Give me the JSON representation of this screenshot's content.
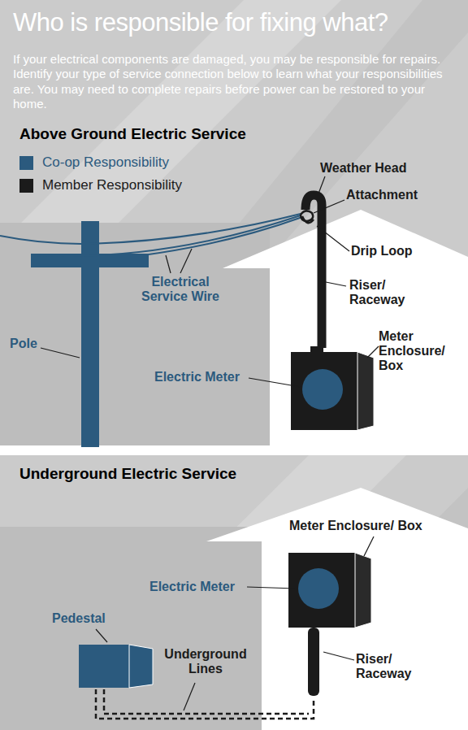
{
  "diagram": {
    "title": "Who is responsible for fixing what?",
    "labels": [
      "If your electrical components are damaged, you may be responsible for repairs. Identify your type of service connection below to learn what your responsibilities are. You may need to complete repairs before power can be restored to your home.",
      "Above Ground Electric Service",
      "Weather Head",
      "Attachment",
      "Electrical Service Wire",
      "Drip Loop",
      "Riser/ Raceway",
      "Meter Enclosure/ Box",
      "Pole",
      "Electric Meter",
      "Underground Electric Service",
      "Meter Enclosure/ Box",
      "Electric Meter",
      "Pedestal",
      "Underground Lines",
      "Riser/ Raceway"
    ],
    "legend": [
      {
        "text": "Co-op Responsibility",
        "color": "#2b5a7e"
      },
      {
        "text": "Member Responsibility",
        "color": "#1b1b1b"
      }
    ]
  }
}
